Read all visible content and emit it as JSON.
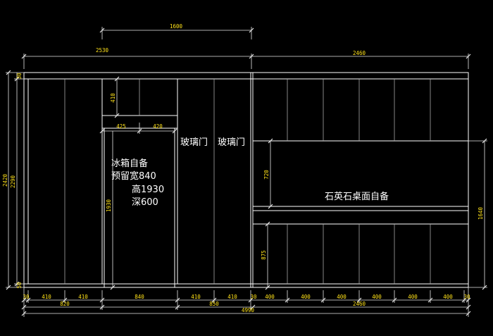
{
  "labels": {
    "fridge_1": "冰箱自备",
    "fridge_2": "预留宽840",
    "fridge_3": "高1930",
    "fridge_4": "深600",
    "glass_door_1": "玻璃门",
    "glass_door_2": "玻璃门",
    "quartz_top": "石英石桌面自备"
  },
  "dimensions": {
    "top_1600": "1600",
    "top_2530": "2530",
    "top_2460": "2460",
    "left_30": "30",
    "left_2420": "2420",
    "left_2290": "2290",
    "left_50": "50",
    "inner_410": "410",
    "inner_425": "425",
    "inner_420": "420",
    "inner_1930": "1930",
    "inner_720": "720",
    "inner_875": "875",
    "right_1640": "1640",
    "bot_30a": "30",
    "bot_410a": "410",
    "bot_410b": "410",
    "bot_840": "840",
    "bot_410c": "410",
    "bot_410d": "410",
    "bot_30b": "30",
    "bot_400a": "400",
    "bot_400b": "400",
    "bot_400c": "400",
    "bot_400d": "400",
    "bot_400e": "400",
    "bot_400f": "400",
    "bot_30c": "30",
    "total_820": "820",
    "total_850": "850",
    "total_4990": "4990",
    "total_2460": "2460"
  }
}
